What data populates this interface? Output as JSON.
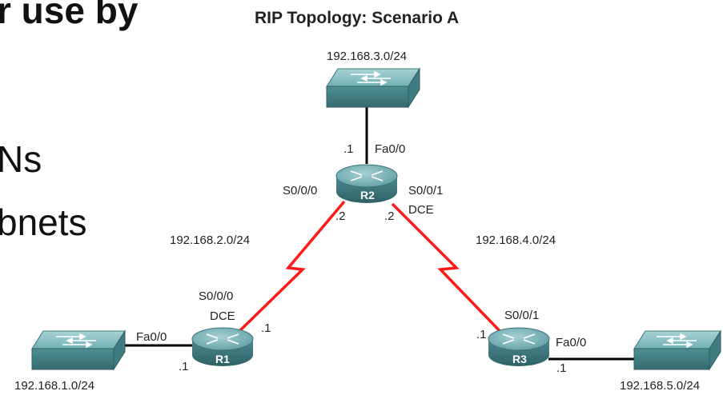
{
  "slide_text": [
    "r use by",
    "Ns",
    "bnets"
  ],
  "title": "RIP Topology: Scenario A",
  "networks": {
    "top": "192.168.3.0/24",
    "r1_r2": "192.168.2.0/24",
    "r2_r3": "192.168.4.0/24",
    "left": "192.168.1.0/24",
    "right": "192.168.5.0/24"
  },
  "routers": {
    "r1": "R1",
    "r2": "R2",
    "r3": "R3"
  },
  "r2": {
    "fa": "Fa0/0",
    "fa_host": ".1",
    "s000": "S0/0/0",
    "s001": "S0/0/1",
    "dce": "DCE",
    "s000_host": ".2",
    "s001_host": ".2"
  },
  "r1": {
    "s000": "S0/0/0",
    "dce": "DCE",
    "s_host": ".1",
    "fa": "Fa0/0",
    "fa_host": ".1"
  },
  "r3": {
    "s001": "S0/0/1",
    "s_host": ".1",
    "fa": "Fa0/0",
    "fa_host": ".1"
  },
  "colors": {
    "serial": "#ff1a1a",
    "ethernet": "#000000",
    "device": "#5a9ea4"
  },
  "icons": {
    "switch": "switch-icon",
    "router": "router-icon"
  }
}
